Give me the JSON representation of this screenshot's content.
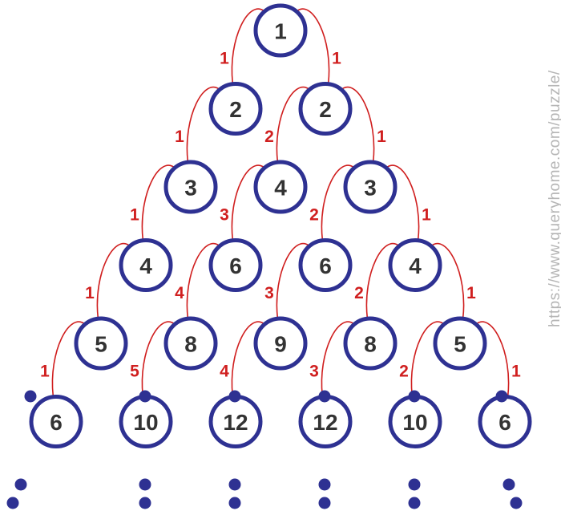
{
  "colors": {
    "circle_stroke": "#2e3192",
    "edge": "#d01f1f",
    "text": "#333333",
    "watermark": "#b5b5b5"
  },
  "rows": [
    [
      "1"
    ],
    [
      "2",
      "2"
    ],
    [
      "3",
      "4",
      "3"
    ],
    [
      "4",
      "6",
      "6",
      "4"
    ],
    [
      "5",
      "8",
      "9",
      "8",
      "5"
    ],
    [
      "6",
      "10",
      "12",
      "12",
      "10",
      "6"
    ]
  ],
  "edge_labels": [
    [
      "1",
      "1"
    ],
    [
      "1",
      "2",
      "1"
    ],
    [
      "1",
      "3",
      "2",
      "1"
    ],
    [
      "1",
      "4",
      "3",
      "2",
      "1"
    ],
    [
      "1",
      "5",
      "4",
      "3",
      "2",
      "1"
    ]
  ],
  "watermark": "https://www.queryhome.com/puzzle/"
}
